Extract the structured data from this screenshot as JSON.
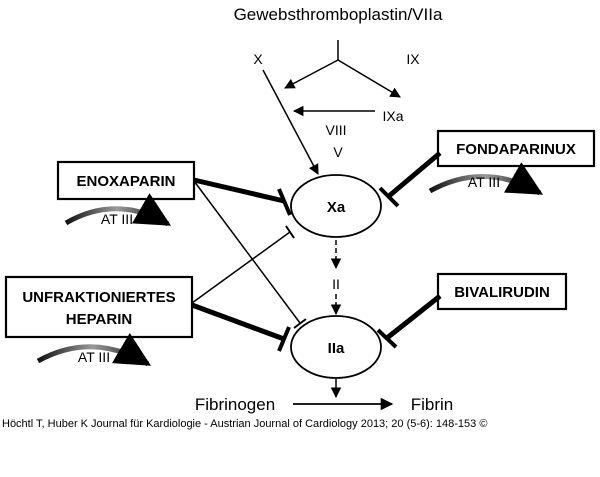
{
  "diagram": {
    "title": "Gewebsthromboplastin/VIIa",
    "factors": {
      "x": "X",
      "ix": "IX",
      "ixa": "IXa",
      "viii": "VIII",
      "v": "V",
      "ii": "II"
    },
    "nodes": {
      "xa": "Xa",
      "iia": "IIa"
    },
    "drugs": {
      "enoxaparin": "ENOXAPARIN",
      "heparin_line1": "UNFRAKTIONIERTES",
      "heparin_line2": "HEPARIN",
      "fondaparinux": "FONDAPARINUX",
      "bivalirudin": "BIVALIRUDIN"
    },
    "cofactor": "AT III",
    "cofactor_repeat": [
      "AT III",
      "AT III",
      "AT III"
    ],
    "fibrinogen": "Fibrinogen",
    "fibrin": "Fibrin"
  },
  "citation": "Höchtl T, Huber K Journal für Kardiologie - Austrian Journal of Cardiology 2013; 20 (5-6): 148-153 ©"
}
